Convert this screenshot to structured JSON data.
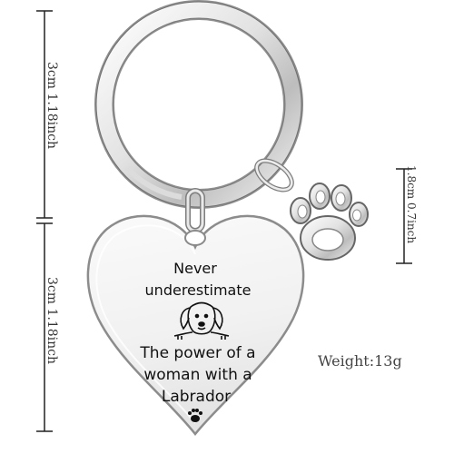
{
  "dimensions": {
    "left_top_label": "3cm 1.18inch",
    "left_bottom_label": "3cm 1.18inch",
    "right_label": "1.8cm 0.7inch"
  },
  "pendant": {
    "line1": "Never",
    "line2": "underestimate",
    "line3": "The power of a",
    "line4": "woman with a",
    "line5": "Labrador"
  },
  "weight": "Weight:13g",
  "icons": [
    "split-key-ring-icon",
    "heart-pendant-icon",
    "paw-charm-icon",
    "labrador-face-icon",
    "paw-print-icon"
  ],
  "colors": {
    "metal_light": "#f4f4f4",
    "metal_dark": "#9a9a9a",
    "text": "#111111",
    "line": "#222222"
  }
}
